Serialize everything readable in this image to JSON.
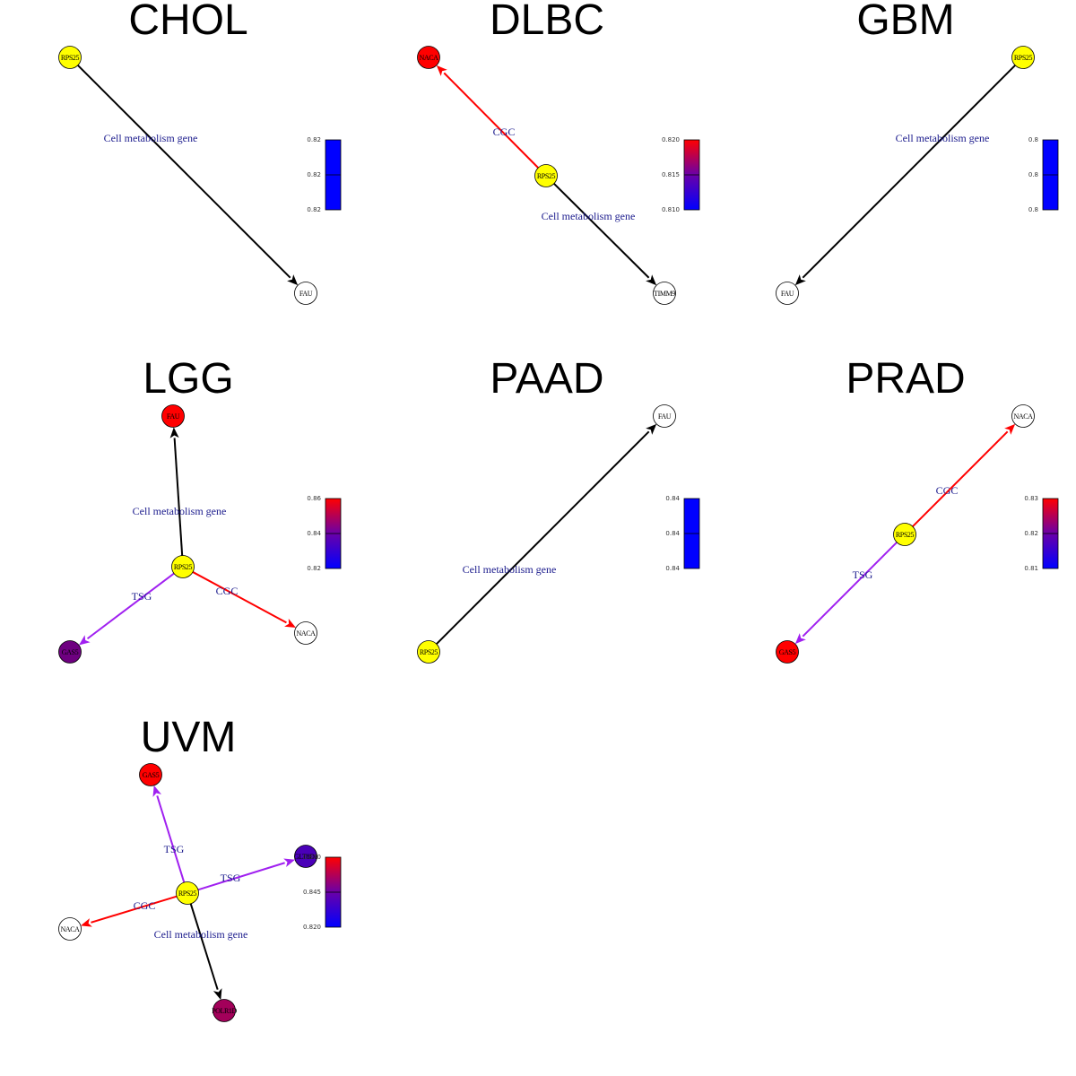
{
  "figure": {
    "type": "network-panels",
    "edge_type_colors": {
      "Cell metabolism gene": "#000000",
      "CGC": "#ff0000",
      "TSG": "#a020f0"
    },
    "center_node_color": "#ffff00",
    "colorbar_low_color": "#0000ff",
    "colorbar_high_color": "#ff0000",
    "edge_label_color": "#1a1a8c",
    "panels": [
      {
        "title": "CHOL",
        "nodes": [
          {
            "id": "RPS25",
            "role": "center",
            "fill": "#ffff00"
          },
          {
            "id": "FAU",
            "role": "target",
            "fill": "#ffffff"
          }
        ],
        "edges": [
          {
            "from": "RPS25",
            "to": "FAU",
            "label": "Cell metabolism gene"
          }
        ],
        "colorbar": {
          "ticks": [
            "0.82",
            "0.82",
            "0.82"
          ],
          "gradient": false
        }
      },
      {
        "title": "DLBC",
        "nodes": [
          {
            "id": "NACA",
            "role": "target",
            "fill": "#ff0000"
          },
          {
            "id": "RPS25",
            "role": "center",
            "fill": "#ffff00"
          },
          {
            "id": "TIMM9",
            "role": "target",
            "fill": "#ffffff"
          }
        ],
        "edges": [
          {
            "from": "RPS25",
            "to": "NACA",
            "label": "CGC"
          },
          {
            "from": "RPS25",
            "to": "TIMM9",
            "label": "Cell metabolism gene"
          }
        ],
        "colorbar": {
          "ticks": [
            "0.820",
            "0.815",
            "0.810"
          ],
          "gradient": true
        }
      },
      {
        "title": "GBM",
        "nodes": [
          {
            "id": "RPS25",
            "role": "center",
            "fill": "#ffff00"
          },
          {
            "id": "FAU",
            "role": "target",
            "fill": "#ffffff"
          }
        ],
        "edges": [
          {
            "from": "RPS25",
            "to": "FAU",
            "label": "Cell metabolism gene"
          }
        ],
        "colorbar": {
          "ticks": [
            "0.8",
            "0.8",
            "0.8"
          ],
          "gradient": false
        }
      },
      {
        "title": "LGG",
        "nodes": [
          {
            "id": "FAU",
            "role": "target",
            "fill": "#ff0000"
          },
          {
            "id": "RPS25",
            "role": "center",
            "fill": "#ffff00"
          },
          {
            "id": "GAS5",
            "role": "target",
            "fill": "#6e0080"
          },
          {
            "id": "NACA",
            "role": "target",
            "fill": "#ffffff"
          }
        ],
        "edges": [
          {
            "from": "RPS25",
            "to": "FAU",
            "label": "Cell metabolism gene"
          },
          {
            "from": "RPS25",
            "to": "GAS5",
            "label": "TSG"
          },
          {
            "from": "RPS25",
            "to": "NACA",
            "label": "CGC"
          }
        ],
        "colorbar": {
          "ticks": [
            "0.86",
            "0.84",
            "0.82"
          ],
          "gradient": true
        }
      },
      {
        "title": "PAAD",
        "nodes": [
          {
            "id": "FAU",
            "role": "target",
            "fill": "#ffffff"
          },
          {
            "id": "RPS25",
            "role": "center",
            "fill": "#ffff00"
          }
        ],
        "edges": [
          {
            "from": "RPS25",
            "to": "FAU",
            "label": "Cell metabolism gene"
          }
        ],
        "colorbar": {
          "ticks": [
            "0.84",
            "0.84",
            "0.84"
          ],
          "gradient": false
        }
      },
      {
        "title": "PRAD",
        "nodes": [
          {
            "id": "NACA",
            "role": "target",
            "fill": "#ffffff"
          },
          {
            "id": "RPS25",
            "role": "center",
            "fill": "#ffff00"
          },
          {
            "id": "GAS5",
            "role": "target",
            "fill": "#ff0000"
          }
        ],
        "edges": [
          {
            "from": "RPS25",
            "to": "NACA",
            "label": "CGC"
          },
          {
            "from": "RPS25",
            "to": "GAS5",
            "label": "TSG"
          }
        ],
        "colorbar": {
          "ticks": [
            "0.83",
            "0.82",
            "0.81"
          ],
          "gradient": true
        }
      },
      {
        "title": "UVM",
        "nodes": [
          {
            "id": "GAS5",
            "role": "target",
            "fill": "#ff0000"
          },
          {
            "id": "GLT8D1",
            "role": "target",
            "fill": "#4a00b8"
          },
          {
            "id": "RPS25",
            "role": "center",
            "fill": "#ffff00"
          },
          {
            "id": "NACA",
            "role": "target",
            "fill": "#ffffff"
          },
          {
            "id": "POLR1D",
            "role": "target",
            "fill": "#a3005a"
          }
        ],
        "edges": [
          {
            "from": "RPS25",
            "to": "GAS5",
            "label": "TSG"
          },
          {
            "from": "RPS25",
            "to": "GLT8D1",
            "label": "TSG"
          },
          {
            "from": "RPS25",
            "to": "NACA",
            "label": "CGC"
          },
          {
            "from": "RPS25",
            "to": "POLR1D",
            "label": "Cell metabolism gene"
          }
        ],
        "colorbar": {
          "ticks": [
            "0.870",
            "0.845",
            "0.820"
          ],
          "gradient": true
        }
      }
    ]
  }
}
